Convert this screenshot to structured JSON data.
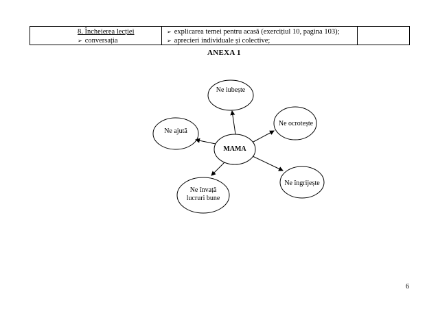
{
  "table": {
    "row": {
      "stage": "8. Încheierea lecției",
      "method": "conversația",
      "activities": [
        "explicarea temei pentru acasă (exercițiul 10, pagina 103);",
        "aprecieri individuale și colective;"
      ]
    }
  },
  "annex": {
    "title": "ANEXA 1"
  },
  "diagram": {
    "center": "MAMA",
    "nodes": {
      "top": "Ne iubește",
      "left": "Ne ajută",
      "right_top": "Ne ocrotește",
      "right_bottom": "Ne îngrijește",
      "bottom_line1": "Ne învață",
      "bottom_line2": "lucruri bune"
    }
  },
  "page": {
    "number": "6"
  }
}
